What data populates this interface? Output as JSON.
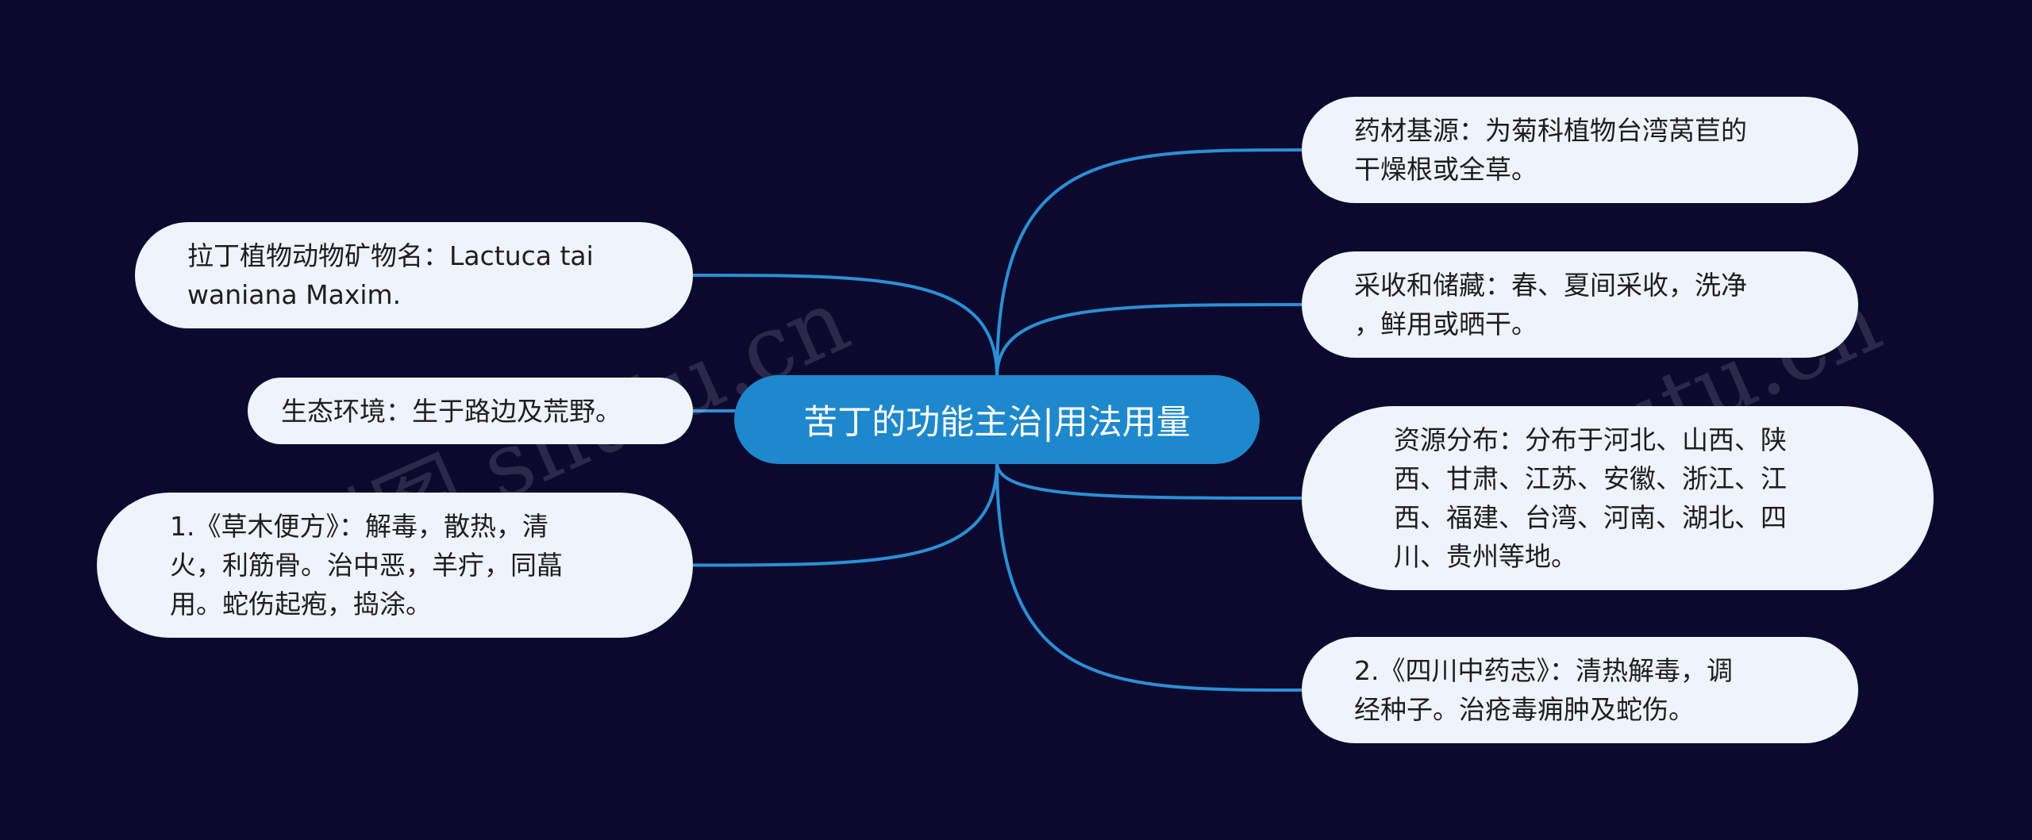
{
  "center": {
    "label": "苦丁的功能主治|用法用量"
  },
  "left_nodes": [
    {
      "id": "latin-name",
      "lines": [
        "拉丁植物动物矿物名：Lactuca tai",
        "waniana Maxim."
      ]
    },
    {
      "id": "habitat",
      "lines": [
        "生态环境：生于路边及荒野。"
      ]
    },
    {
      "id": "caomu-bianfang",
      "lines": [
        "1.《草木便方》：解毒，散热，清",
        "火，利筋骨。治中恶，羊疔，同蕌",
        "用。蛇伤起疱，捣涂。"
      ]
    }
  ],
  "right_nodes": [
    {
      "id": "source",
      "lines": [
        "药材基源：为菊科植物台湾莴苣的",
        "干燥根或全草。"
      ]
    },
    {
      "id": "harvest",
      "lines": [
        "采收和储藏：春、夏间采收，洗净",
        "，鲜用或晒干。"
      ]
    },
    {
      "id": "distribution",
      "lines": [
        "资源分布：分布于河北、山西、陕",
        "西、甘肃、江苏、安徽、浙江、江",
        "西、福建、台湾、河南、湖北、四",
        "川、贵州等地。"
      ]
    },
    {
      "id": "sichuan-zhongyaozhi",
      "lines": [
        "2.《四川中药志》：清热解毒，调",
        "经种子。治疮毒痈肿及蛇伤。"
      ]
    }
  ],
  "watermarks": [
    "树图 shutu.cn",
    "树图 shutu.cn"
  ],
  "colors": {
    "background": "#0b0a2e",
    "center_fill": "#1e88cd",
    "node_fill": "#eef3fc",
    "link": "#2b8fd6"
  }
}
